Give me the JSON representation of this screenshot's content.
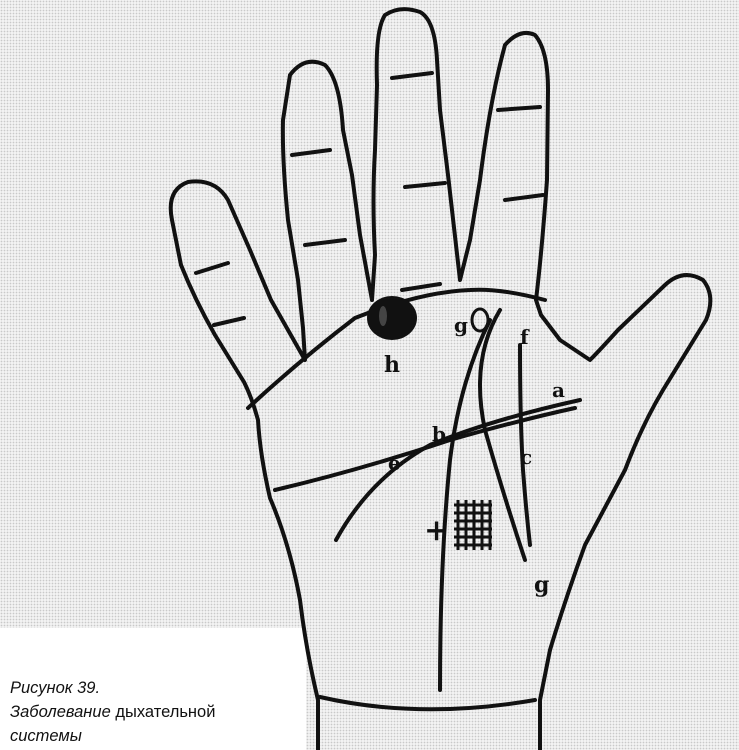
{
  "figure": {
    "caption_number": "Рисунок 39.",
    "caption_title_italic": "Заболевание",
    "caption_title_rest": " дыхательной",
    "caption_title_line2": "системы"
  },
  "labels": {
    "h": "h",
    "g_upper": "g",
    "f": "f",
    "a": "a",
    "e": "e",
    "b": "b",
    "c": "c",
    "plus": "+",
    "g_lower": "g"
  },
  "colors": {
    "ink": "#111111",
    "paper": "#f2f2f2"
  }
}
